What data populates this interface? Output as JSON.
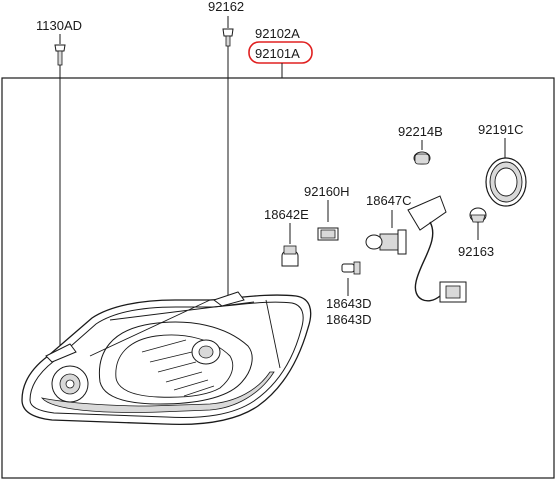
{
  "labels": {
    "bolt_1130AD": "1130AD",
    "screw_92162": "92162",
    "assy_92102A": "92102A",
    "assy_92101A": "92101A",
    "bulb_92214B": "92214B",
    "cap_92191C": "92191C",
    "socket_92160H": "92160H",
    "bulb_18642E": "18642E",
    "bulb_18647C": "18647C",
    "cap_92163": "92163",
    "bulb_18643D_a": "18643D",
    "bulb_18643D_b": "18643D"
  },
  "highlight_color": "#e02020",
  "line_color": "#1a1a1a"
}
